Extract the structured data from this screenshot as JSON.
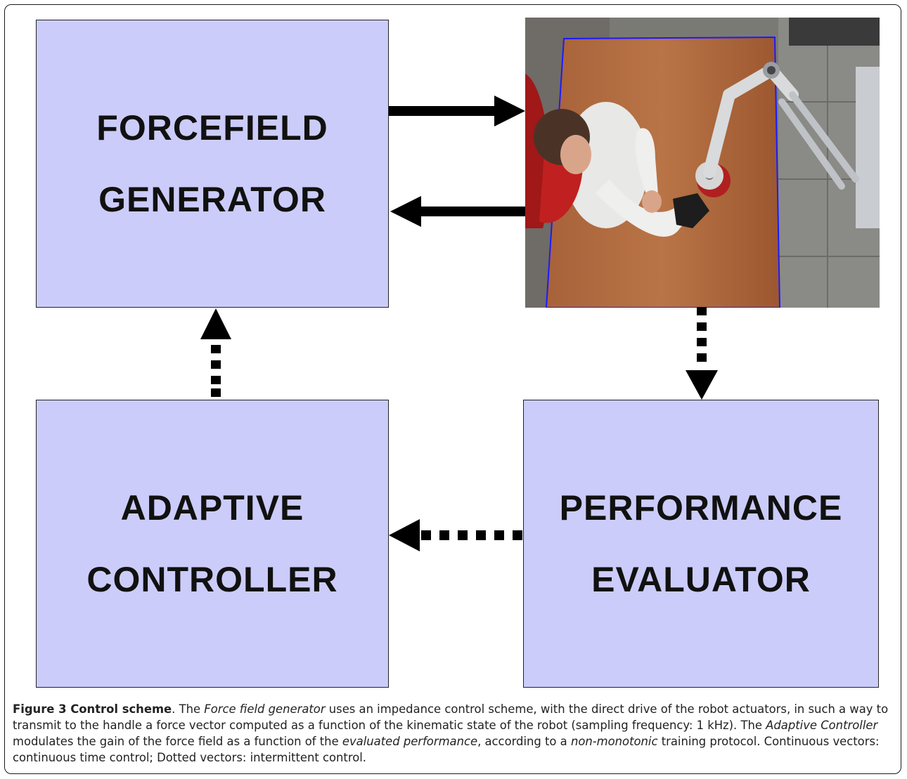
{
  "boxes": {
    "forcefield_generator": [
      "FORCEFIELD",
      "GENERATOR"
    ],
    "adaptive_controller": [
      "ADAPTIVE",
      "CONTROLLER"
    ],
    "performance_evaluator": [
      "PERFORMANCE",
      "EVALUATOR"
    ]
  },
  "colors": {
    "box_fill": "#ccccfa",
    "arrow": "#000000",
    "photo_outline": "#1a1aff"
  },
  "photo": {
    "description_icon": "robot-arm-user-photo"
  },
  "caption": {
    "figure_label": "Figure 3 Control scheme",
    "t1": ". The ",
    "i1": "Force field generator",
    "t2": " uses an impedance control scheme, with the direct drive of the robot actuators, in such a way to transmit to the handle a force vector computed as a function of the kinematic state of the robot (sampling frequency: 1 kHz). The ",
    "i2": "Adaptive Controller",
    "t3": " modulates the gain of the force field as a function of the ",
    "i3": "evaluated performance",
    "t4": ", according to a ",
    "i4": "non-monotonic",
    "t5": " training protocol. Continuous vectors: continuous time control; Dotted vectors: intermittent control."
  }
}
